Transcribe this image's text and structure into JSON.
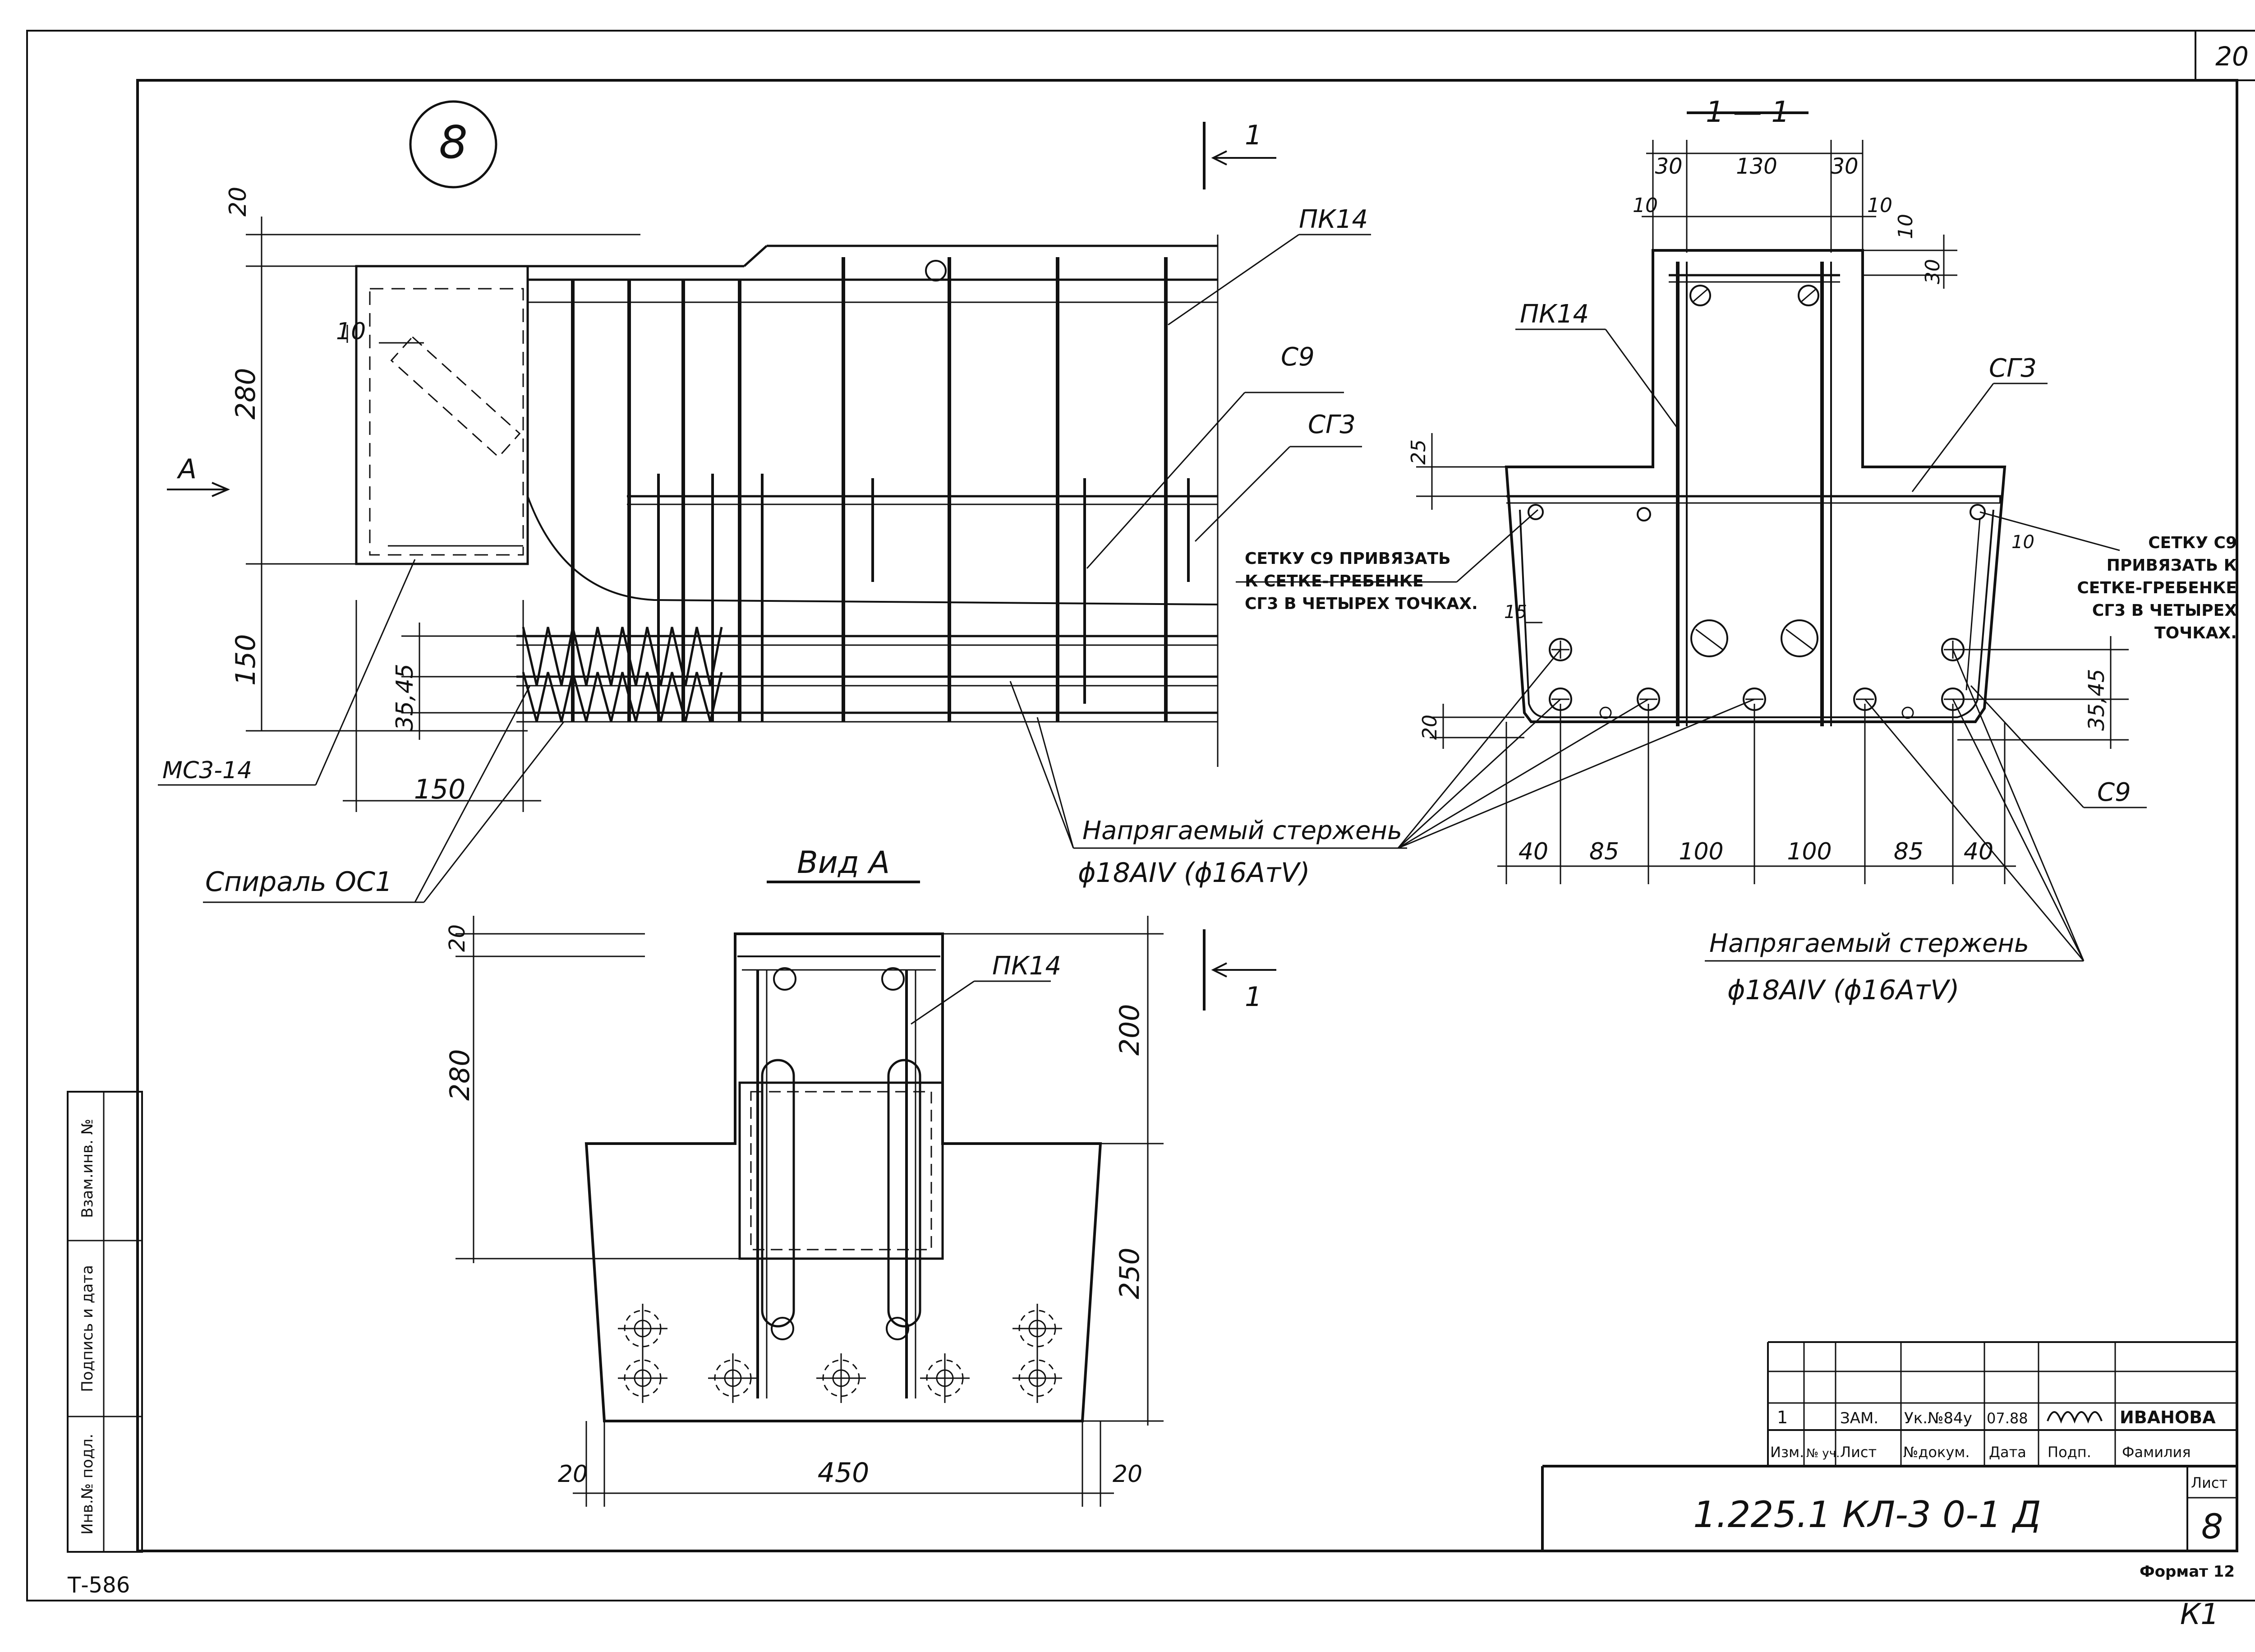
{
  "sheet": {
    "corner_number": "20",
    "detail_number": "8",
    "format_label": "Формат 12",
    "bottom_left_code": "Т-586",
    "bottom_right_mark": "К1"
  },
  "section_marks": {
    "section_title": "1 — 1",
    "cut_top": "1",
    "cut_bottom": "1",
    "view_arrow": "А",
    "view_a_title": "Вид А"
  },
  "elevation": {
    "dims": {
      "d20": "20",
      "d10": "10",
      "d280": "280",
      "d150_v": "150",
      "d35_45": "35,45",
      "d150_h": "150"
    },
    "callouts": {
      "pk14": "ПК14",
      "s9": "С9",
      "sg3": "СГ3",
      "mz": "МС3-14",
      "spiral": "Спираль ОС1",
      "tendon_line1": "Напрягаемый стержень",
      "tendon_line2": "ϕ18АIV (ϕ16АтV)"
    }
  },
  "section": {
    "dims": {
      "top": [
        "30",
        "130",
        "30"
      ],
      "d10_left": "10",
      "d10_right": "10",
      "d10_vert": "10",
      "d30_vert": "30",
      "d25": "25",
      "d15": "15",
      "d20": "20",
      "d35_45": "35,45",
      "d10_side": "10",
      "bottom": [
        "40",
        "85",
        "100",
        "100",
        "85",
        "40"
      ]
    },
    "callouts": {
      "pk14": "ПК14",
      "sg3": "СГ3",
      "s9": "С9",
      "note_left": [
        "СЕТКУ С9 ПРИВЯЗАТЬ",
        "К СЕТКЕ-ГРЕБЕНКЕ",
        "СГ3 В ЧЕТЫРЕХ ТОЧКАХ."
      ],
      "note_right": [
        "СЕТКУ С9",
        "ПРИВЯЗАТЬ К",
        "СЕТКЕ-ГРЕБЕНКЕ",
        "СГ3 В ЧЕТЫРЕХ",
        "ТОЧКАХ."
      ],
      "tendon_line1": "Напрягаемый стержень",
      "tendon_line2": "ϕ18АIV (ϕ16АтV)"
    }
  },
  "view_a": {
    "dims": {
      "d20": "20",
      "d280": "280",
      "d200": "200",
      "d250": "250",
      "d20_left": "20",
      "d450": "450",
      "d20_right": "20"
    },
    "callouts": {
      "pk14": "ПК14"
    }
  },
  "side_stamp": {
    "labels": [
      "Взам.инв. №",
      "Подпись и дата",
      "Инв.№ подл."
    ]
  },
  "title_block": {
    "rev_row": [
      "1",
      "",
      "ЗАМ.",
      "Ук.№84у",
      "07.88",
      "подпись",
      "ИВАНОВА"
    ],
    "header_row": [
      "Изм.",
      "№ уч.",
      "Лист",
      "№докум.",
      "Дата",
      "Подп.",
      "Фамилия"
    ],
    "designation": "1.225.1 КЛ-3 0-1 Д",
    "sheet_label": "Лист",
    "sheet_number": "8"
  }
}
